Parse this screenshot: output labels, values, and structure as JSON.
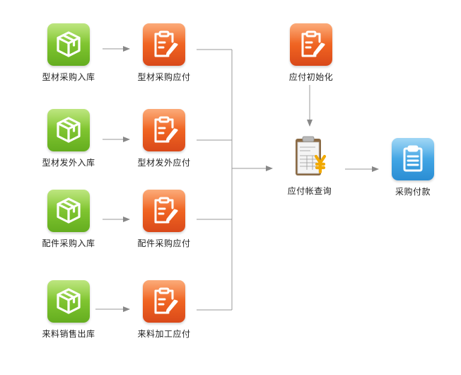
{
  "icons": {
    "inbound": "box-icon",
    "payable": "clipboard-pen-icon",
    "ledger": "ledger-yen-icon",
    "payment": "clipboard-icon"
  },
  "colors": {
    "green": "#7cc22e",
    "orange": "#ee6120",
    "blue": "#3fa3e3",
    "connector": "#888888"
  },
  "rows": [
    {
      "inbound": "型材采购入库",
      "payable": "型材采购应付"
    },
    {
      "inbound": "型材发外入库",
      "payable": "型材发外应付"
    },
    {
      "inbound": "配件采购入库",
      "payable": "配件采购应付"
    },
    {
      "inbound": "来料销售出库",
      "payable": "来料加工应付"
    }
  ],
  "init": {
    "label": "应付初始化"
  },
  "ledger": {
    "label": "应付帐查询"
  },
  "payment": {
    "label": "采购付款"
  }
}
